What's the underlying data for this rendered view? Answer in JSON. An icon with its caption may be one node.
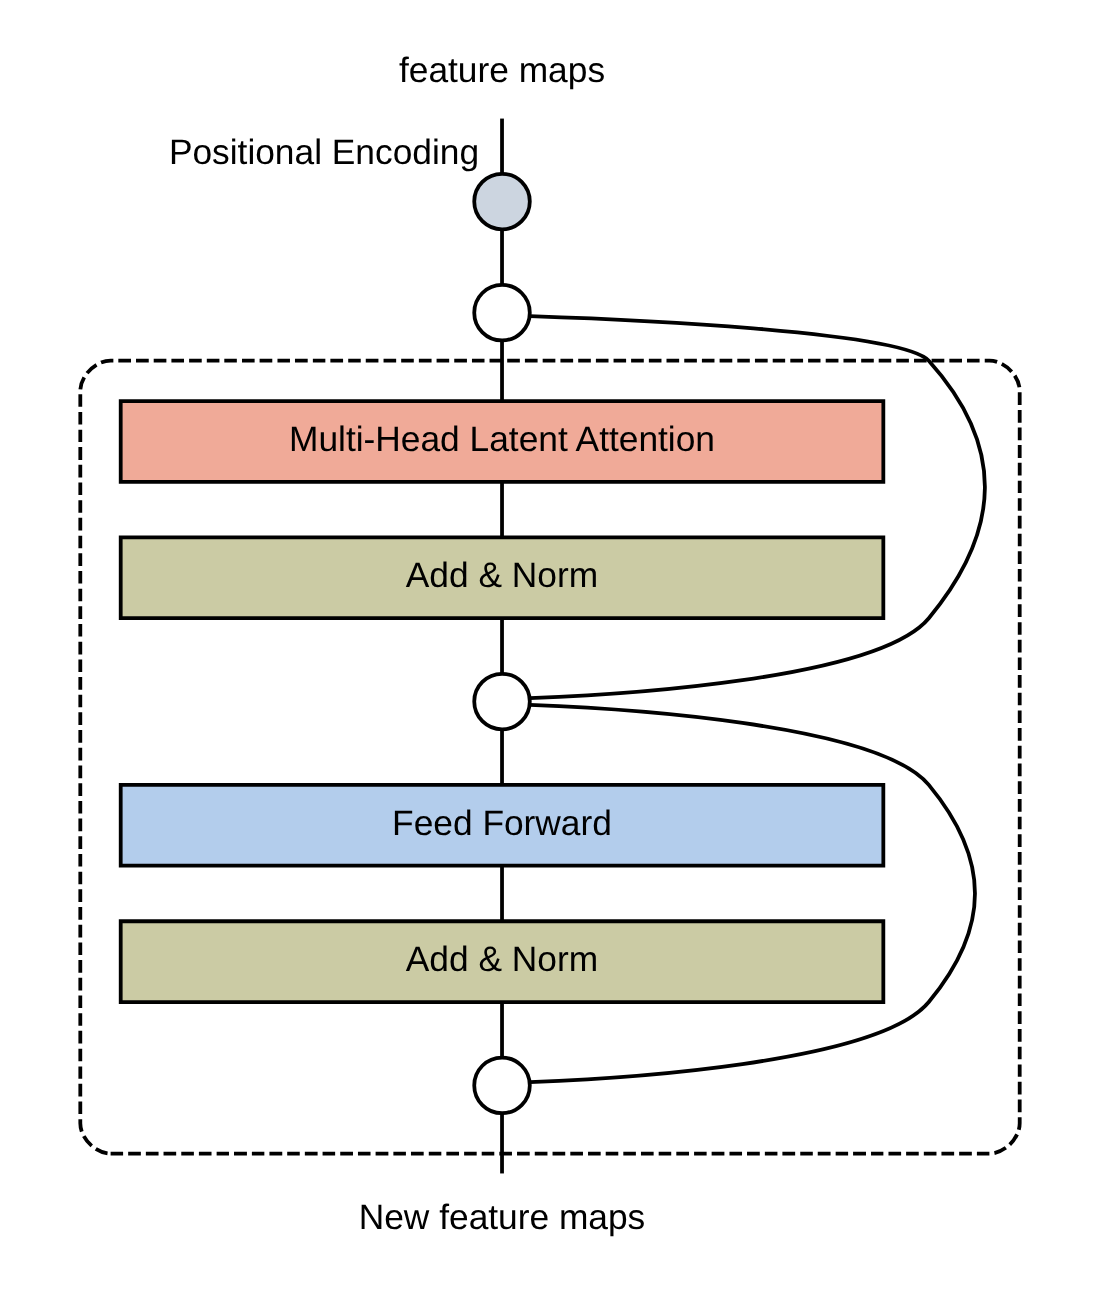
{
  "diagram": {
    "nodes": [
      {
        "text": [
          "feature maps"
        ]
      },
      {
        "text": [],
        "shape": "circle",
        "beside": [
          "Positional Encoding"
        ]
      },
      {
        "text": [],
        "shape": "circle"
      },
      {
        "text": [],
        "shape": "box"
      },
      {
        "text": [
          "Multi-Head Latent Attention"
        ],
        "in": 3
      },
      {
        "text": [
          "Add & Norm"
        ],
        "in": 3
      },
      {
        "text": [],
        "shape": "circle",
        "in": 3
      },
      {
        "text": [
          "Feed Forward"
        ],
        "in": 3
      },
      {
        "text": [
          "Add & Norm"
        ],
        "in": 3
      },
      {
        "text": [],
        "shape": "circle",
        "in": 3
      },
      {
        "text": [
          "New feature maps"
        ]
      }
    ],
    "edges": [
      {
        "from": 0,
        "to": 1,
        "arrow": "none"
      },
      {
        "from": 1,
        "to": 2,
        "arrow": "none"
      },
      {
        "from": 2,
        "to": 4,
        "arrow": "none"
      },
      {
        "from": 4,
        "to": 5,
        "arrow": "none"
      },
      {
        "from": 5,
        "to": 6,
        "arrow": "none"
      },
      {
        "from": 2,
        "to": 6,
        "arrow": "none"
      },
      {
        "from": 6,
        "to": 7,
        "arrow": "none"
      },
      {
        "from": 7,
        "to": 8,
        "arrow": "none"
      },
      {
        "from": 8,
        "to": 9,
        "arrow": "none"
      },
      {
        "from": 6,
        "to": 9,
        "arrow": "none"
      },
      {
        "from": 9,
        "to": 10,
        "arrow": "none"
      }
    ]
  }
}
